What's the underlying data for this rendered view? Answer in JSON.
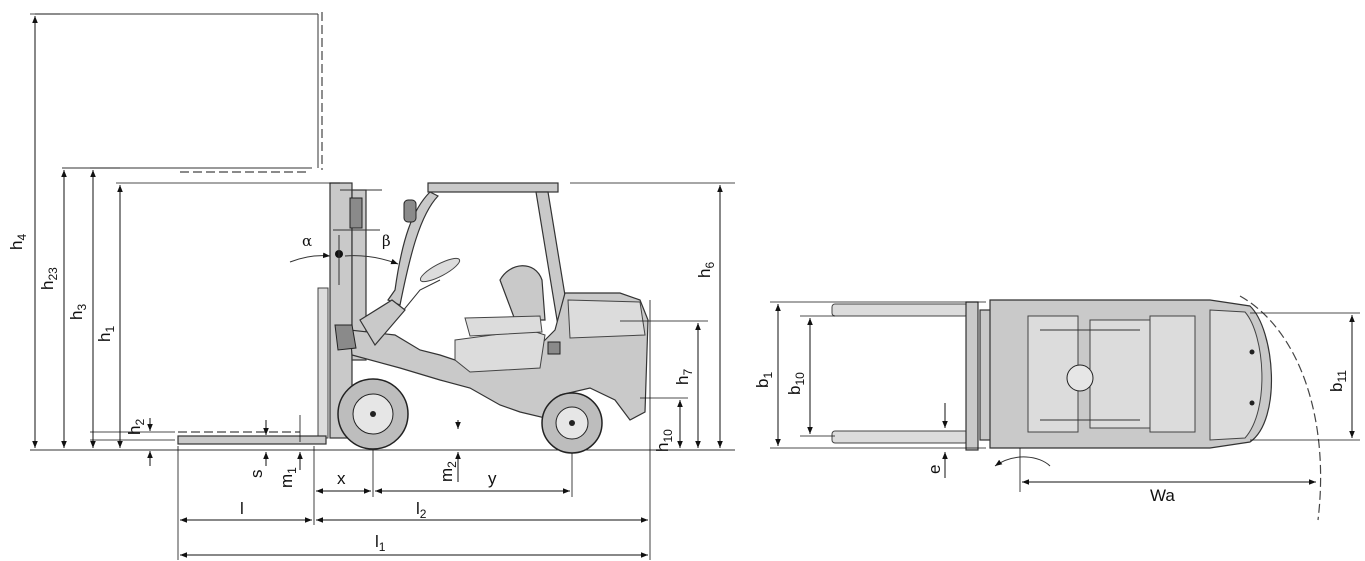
{
  "side_view": {
    "labels": {
      "h4": "h",
      "h4_sub": "4",
      "h23": "h",
      "h23_sub": "23",
      "h3": "h",
      "h3_sub": "3",
      "h1": "h",
      "h1_sub": "1",
      "h2": "h",
      "h2_sub": "2",
      "s": "s",
      "m1": "m",
      "m1_sub": "1",
      "m2": "m",
      "m2_sub": "2",
      "x": "x",
      "y": "y",
      "l": "l",
      "l2": "l",
      "l2_sub": "2",
      "l1": "l",
      "l1_sub": "1",
      "h6": "h",
      "h6_sub": "6",
      "h7": "h",
      "h7_sub": "7",
      "h10": "h",
      "h10_sub": "10",
      "alpha": "α",
      "beta": "β"
    }
  },
  "top_view": {
    "labels": {
      "b1": "b",
      "b1_sub": "1",
      "b10": "b",
      "b10_sub": "10",
      "b11": "b",
      "b11_sub": "11",
      "e": "e",
      "wa": "Wa"
    }
  }
}
